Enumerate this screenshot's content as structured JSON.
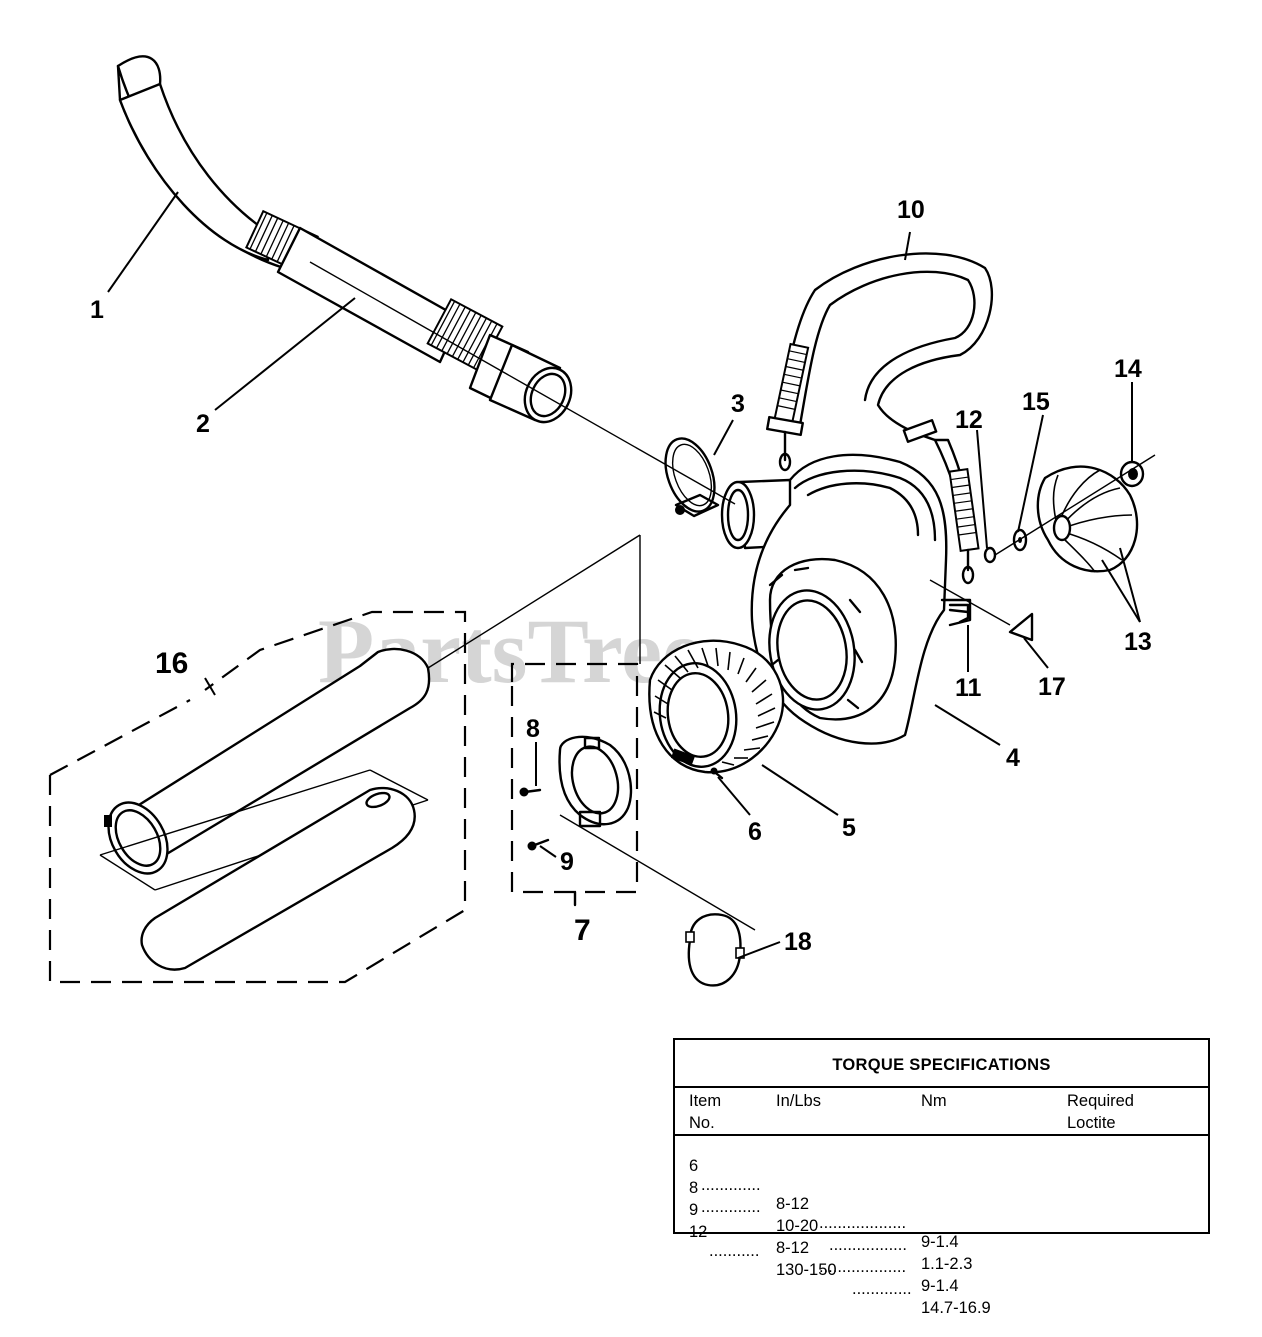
{
  "watermark": "PartsTree",
  "callouts": {
    "c1": "1",
    "c2": "2",
    "c3": "3",
    "c4": "4",
    "c5": "5",
    "c6": "6",
    "c7": "7",
    "c8": "8",
    "c9": "9",
    "c10": "10",
    "c11": "11",
    "c12": "12",
    "c13": "13",
    "c14": "14",
    "c15": "15",
    "c16": "16",
    "c17": "17",
    "c18": "18"
  },
  "torque_table": {
    "title": "TORQUE SPECIFICATIONS",
    "headers": {
      "item_line1": "Item",
      "item_line2": "No.",
      "inlbs": "In/Lbs",
      "nm": "Nm",
      "loctite_line1": "Required",
      "loctite_line2": "Loctite"
    },
    "rows": [
      {
        "item": "6",
        "inlbs": "8-12",
        "nm": "9-1.4"
      },
      {
        "item": "8",
        "inlbs": "10-20",
        "nm": "1.1-2.3"
      },
      {
        "item": "9",
        "inlbs": "8-12",
        "nm": "9-1.4"
      },
      {
        "item": "12",
        "inlbs": "130-150",
        "nm": "14.7-16.9"
      }
    ]
  }
}
